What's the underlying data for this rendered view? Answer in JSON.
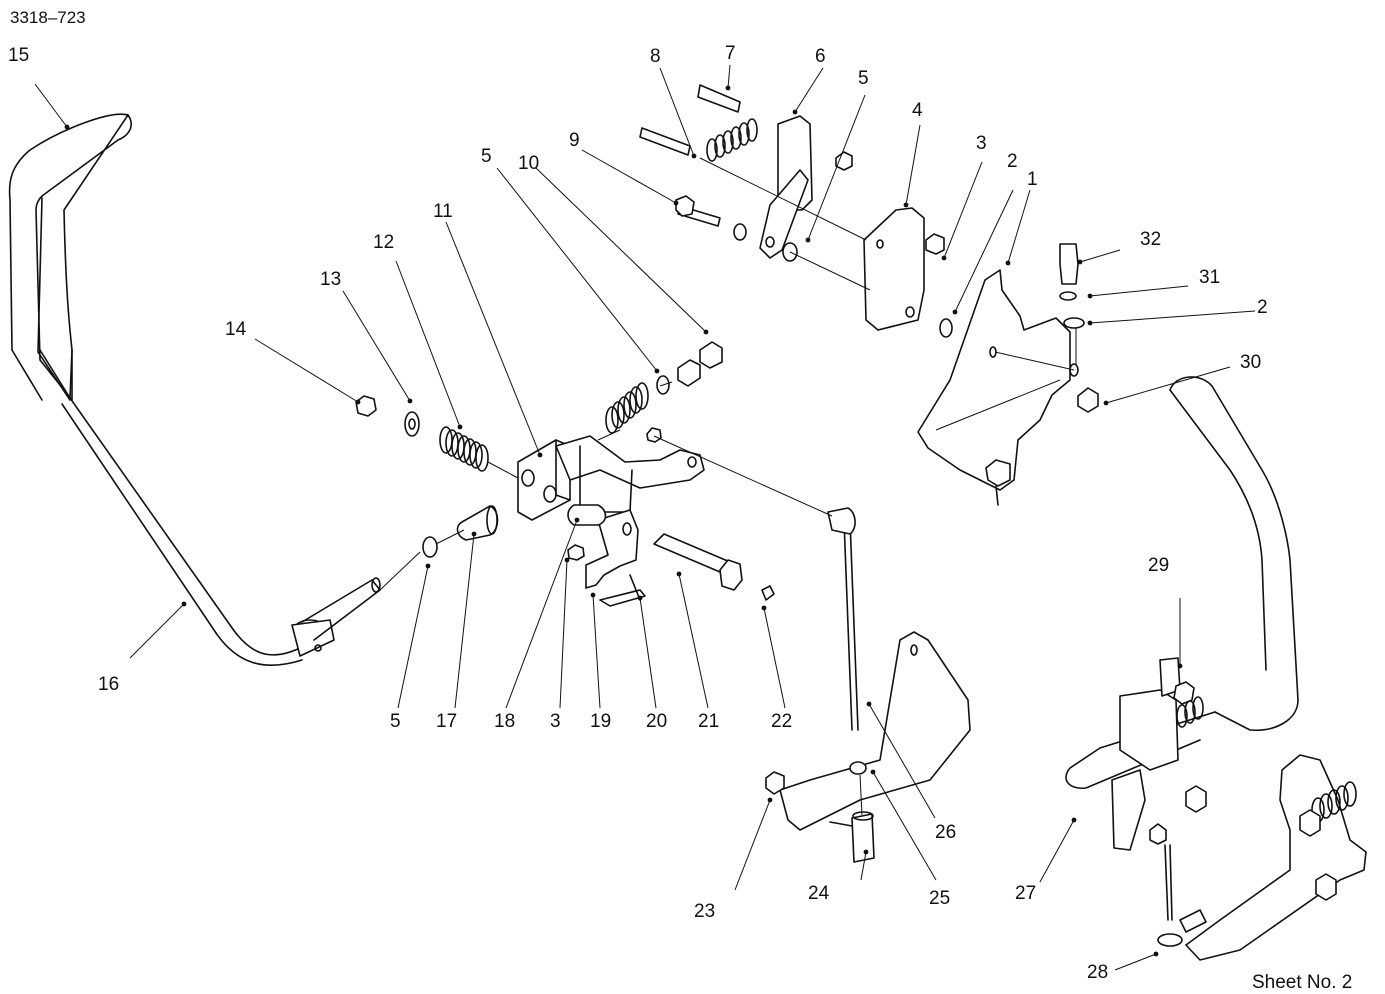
{
  "drawing": {
    "number": "3318–723",
    "sheet_text": "Sheet No. 2"
  },
  "callouts": [
    {
      "id": "c1",
      "text": "1"
    },
    {
      "id": "c2a",
      "text": "2"
    },
    {
      "id": "c2b",
      "text": "2"
    },
    {
      "id": "c3a",
      "text": "3"
    },
    {
      "id": "c3b",
      "text": "3"
    },
    {
      "id": "c4",
      "text": "4"
    },
    {
      "id": "c5a",
      "text": "5"
    },
    {
      "id": "c5b",
      "text": "5"
    },
    {
      "id": "c5c",
      "text": "5"
    },
    {
      "id": "c6",
      "text": "6"
    },
    {
      "id": "c7",
      "text": "7"
    },
    {
      "id": "c8",
      "text": "8"
    },
    {
      "id": "c9",
      "text": "9"
    },
    {
      "id": "c10",
      "text": "10"
    },
    {
      "id": "c11",
      "text": "11"
    },
    {
      "id": "c12",
      "text": "12"
    },
    {
      "id": "c13",
      "text": "13"
    },
    {
      "id": "c14",
      "text": "14"
    },
    {
      "id": "c15",
      "text": "15"
    },
    {
      "id": "c16",
      "text": "16"
    },
    {
      "id": "c17",
      "text": "17"
    },
    {
      "id": "c18",
      "text": "18"
    },
    {
      "id": "c19",
      "text": "19"
    },
    {
      "id": "c20",
      "text": "20"
    },
    {
      "id": "c21",
      "text": "21"
    },
    {
      "id": "c22",
      "text": "22"
    },
    {
      "id": "c23",
      "text": "23"
    },
    {
      "id": "c24",
      "text": "24"
    },
    {
      "id": "c25",
      "text": "25"
    },
    {
      "id": "c26",
      "text": "26"
    },
    {
      "id": "c27",
      "text": "27"
    },
    {
      "id": "c28",
      "text": "28"
    },
    {
      "id": "c29",
      "text": "29"
    },
    {
      "id": "c30",
      "text": "30"
    },
    {
      "id": "c31",
      "text": "31"
    },
    {
      "id": "c32",
      "text": "32"
    }
  ]
}
